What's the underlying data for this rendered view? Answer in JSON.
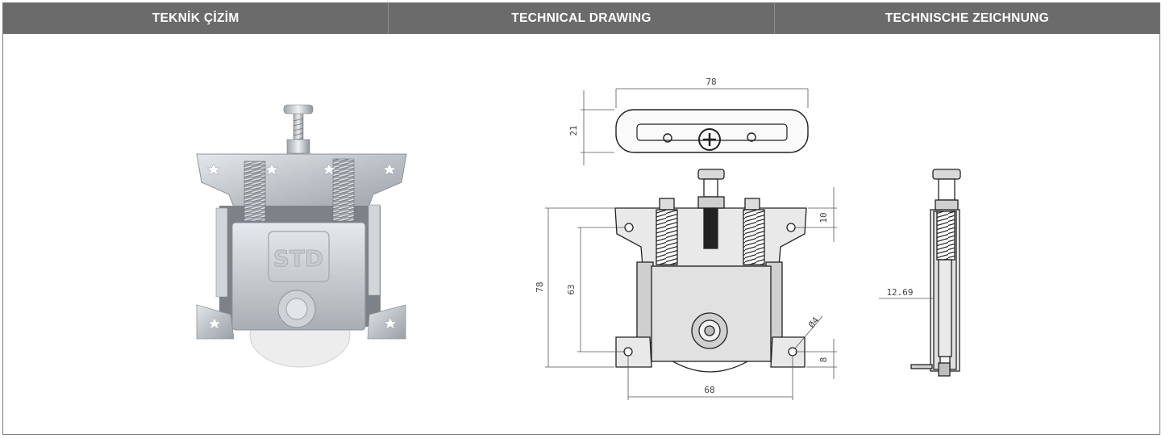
{
  "header": {
    "col1": "TEKNİK ÇİZİM",
    "col2": "TECHNICAL DRAWING",
    "col3": "TECHNISCHE ZEICHNUNG"
  },
  "product": {
    "stamp": "STD"
  },
  "dimensions": {
    "top_width": "78",
    "top_height": "21",
    "front_total_height": "78",
    "front_inner_height": "63",
    "front_top_offset": "10",
    "front_bottom_offset": "8",
    "hole_diameter": "Ø4",
    "base_width": "68",
    "side_offset": "12.69"
  },
  "colors": {
    "header_bg": "#6b6b6b",
    "steel_light": "#d8dcdf",
    "steel_mid": "#b4babf",
    "steel_dark": "#8b9196",
    "wheel": "#ececec"
  }
}
